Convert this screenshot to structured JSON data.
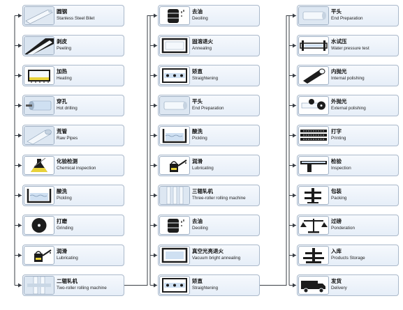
{
  "columns": [
    {
      "steps": [
        {
          "icon": "steel-billet-icon",
          "cn": "圆钢",
          "en": "Stanless Steel Bilet"
        },
        {
          "icon": "peeling-icon",
          "cn": "剥皮",
          "en": "Peeling"
        },
        {
          "icon": "heating-icon",
          "cn": "加热",
          "en": "Heating"
        },
        {
          "icon": "hot-drilling-icon",
          "cn": "穿孔",
          "en": "Hot drilling"
        },
        {
          "icon": "raw-pipe-icon",
          "cn": "荒管",
          "en": "Raw Pipes"
        },
        {
          "icon": "chemical-flask-icon",
          "cn": "化验检测",
          "en": "Chemical inspection"
        },
        {
          "icon": "pickling-tank-icon",
          "cn": "酸洗",
          "en": "Pickling"
        },
        {
          "icon": "grinding-wheel-icon",
          "cn": "打磨",
          "en": "Grinding"
        },
        {
          "icon": "oil-can-icon",
          "cn": "润滑",
          "en": "Lubricating"
        },
        {
          "icon": "two-roller-mill-icon",
          "cn": "二辊轧机",
          "en": "Two-roller rolling machine"
        }
      ]
    },
    {
      "steps": [
        {
          "icon": "deoiling-barrel-icon",
          "cn": "去油",
          "en": "Deoiling"
        },
        {
          "icon": "annealing-furnace-icon",
          "cn": "固溶退火",
          "en": "Annealing"
        },
        {
          "icon": "straightening-icon",
          "cn": "矫直",
          "en": "Straightening"
        },
        {
          "icon": "end-preparation-icon",
          "cn": "平头",
          "en": "End Preparation"
        },
        {
          "icon": "pickling-tank-icon",
          "cn": "酸洗",
          "en": "Pickling"
        },
        {
          "icon": "oil-can-icon",
          "cn": "润滑",
          "en": "Lubricating"
        },
        {
          "icon": "three-roller-mill-icon",
          "cn": "三辊轧机",
          "en": "Three-roller rolling machine"
        },
        {
          "icon": "deoiling-barrel-icon",
          "cn": "去油",
          "en": "Deoiling"
        },
        {
          "icon": "vacuum-furnace-icon",
          "cn": "真空光亮退火",
          "en": "Vacuum bright annealing"
        },
        {
          "icon": "straightening-icon",
          "cn": "矫直",
          "en": "Straightening"
        }
      ]
    },
    {
      "steps": [
        {
          "icon": "end-preparation-icon",
          "cn": "平头",
          "en": "End Preparation"
        },
        {
          "icon": "pressure-test-icon",
          "cn": "水试压",
          "en": "Water pressure test"
        },
        {
          "icon": "internal-polishing-icon",
          "cn": "内抛光",
          "en": "Internal polishing"
        },
        {
          "icon": "external-polishing-icon",
          "cn": "外抛光",
          "en": "External polishing"
        },
        {
          "icon": "printing-icon",
          "cn": "打字",
          "en": "Printing"
        },
        {
          "icon": "inspection-icon",
          "cn": "检验",
          "en": "Inspection"
        },
        {
          "icon": "packing-icon",
          "cn": "包装",
          "en": "Packing"
        },
        {
          "icon": "scale-icon",
          "cn": "过磅",
          "en": "Ponderation"
        },
        {
          "icon": "storage-icon",
          "cn": "入库",
          "en": "Products Storage"
        },
        {
          "icon": "delivery-truck-icon",
          "cn": "发货",
          "en": "Delivery"
        }
      ]
    }
  ],
  "colors": {
    "line": "#3a3f46",
    "icon_dark": "#1c1c1c",
    "icon_blue": "#cfe0f2",
    "accent_yellow": "#e8d23a"
  }
}
